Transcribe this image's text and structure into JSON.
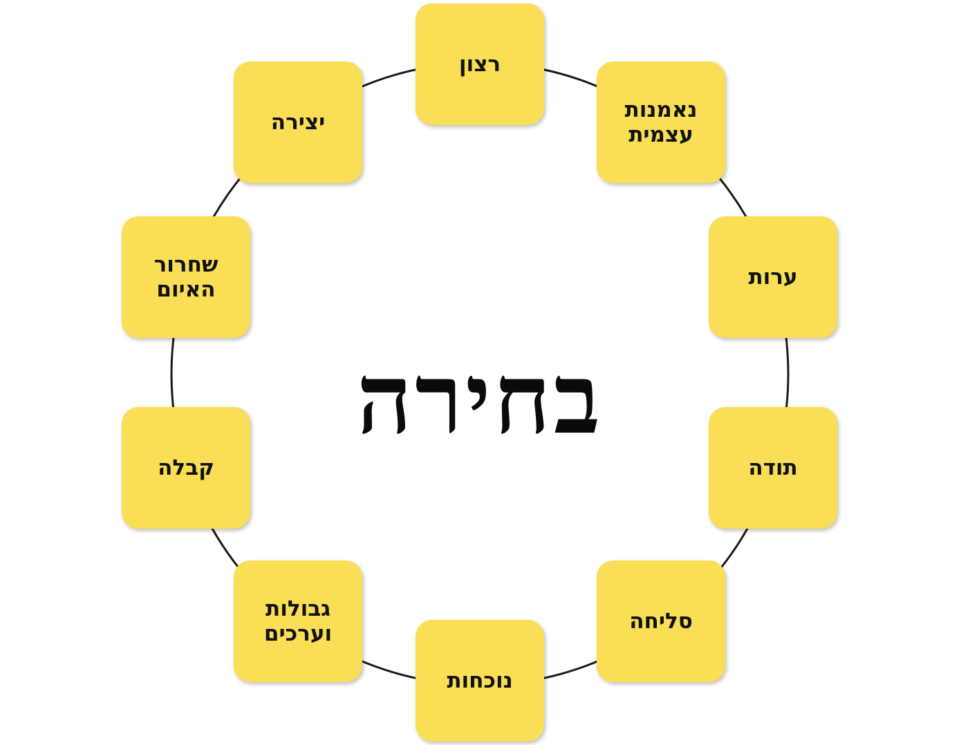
{
  "center": {
    "title": "בחירה"
  },
  "nodes": [
    {
      "label": "רצון"
    },
    {
      "label": "נאמנות\nעצמית"
    },
    {
      "label": "ערות"
    },
    {
      "label": "תודה"
    },
    {
      "label": "סליחה"
    },
    {
      "label": "נוכחות"
    },
    {
      "label": "גבולות\nוערכים"
    },
    {
      "label": "קבלה"
    },
    {
      "label": "שחרור\nהאיום"
    },
    {
      "label": "יצירה"
    }
  ],
  "colors": {
    "node_fill": "#f9de56",
    "ring_stroke": "#1a1a1a",
    "text": "#111111"
  }
}
